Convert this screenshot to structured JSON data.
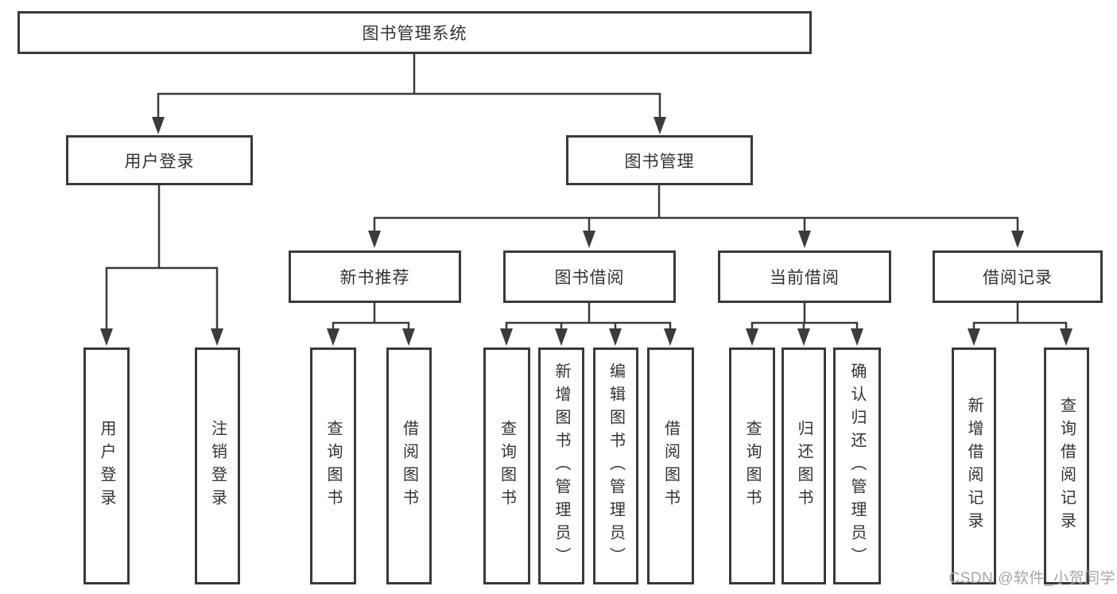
{
  "tree": {
    "root": {
      "label": "图书管理系统"
    },
    "user_login": {
      "label": "用户登录",
      "children": {
        "login": {
          "label": "用户登录"
        },
        "logout": {
          "label": "注销登录"
        }
      }
    },
    "book_mgmt": {
      "label": "图书管理",
      "children": {
        "new_books": {
          "label": "新书推荐",
          "children": {
            "query": {
              "label": "查询图书"
            },
            "borrow": {
              "label": "借阅图书"
            }
          }
        },
        "book_borrow": {
          "label": "图书借阅",
          "children": {
            "query": {
              "label": "查询图书"
            },
            "add": {
              "label": "新增图书（管理员）"
            },
            "edit": {
              "label": "编辑图书（管理员）"
            },
            "borrow": {
              "label": "借阅图书"
            }
          }
        },
        "current_borrow": {
          "label": "当前借阅",
          "children": {
            "query": {
              "label": "查询图书"
            },
            "return": {
              "label": "归还图书"
            },
            "confirm": {
              "label": "确认归还（管理员）"
            }
          }
        },
        "borrow_records": {
          "label": "借阅记录",
          "children": {
            "add": {
              "label": "新增借阅记录"
            },
            "query": {
              "label": "查询借阅记录"
            }
          }
        }
      }
    }
  },
  "watermark": {
    "text": "CSDN @软件_小贺同学"
  },
  "colors": {
    "line": "#3b3b3b",
    "box_border": "#3a3a3a",
    "box_fill": "#ffffff",
    "text": "#333333",
    "watermark": "#a6a6a6",
    "background": "#ffffff"
  }
}
